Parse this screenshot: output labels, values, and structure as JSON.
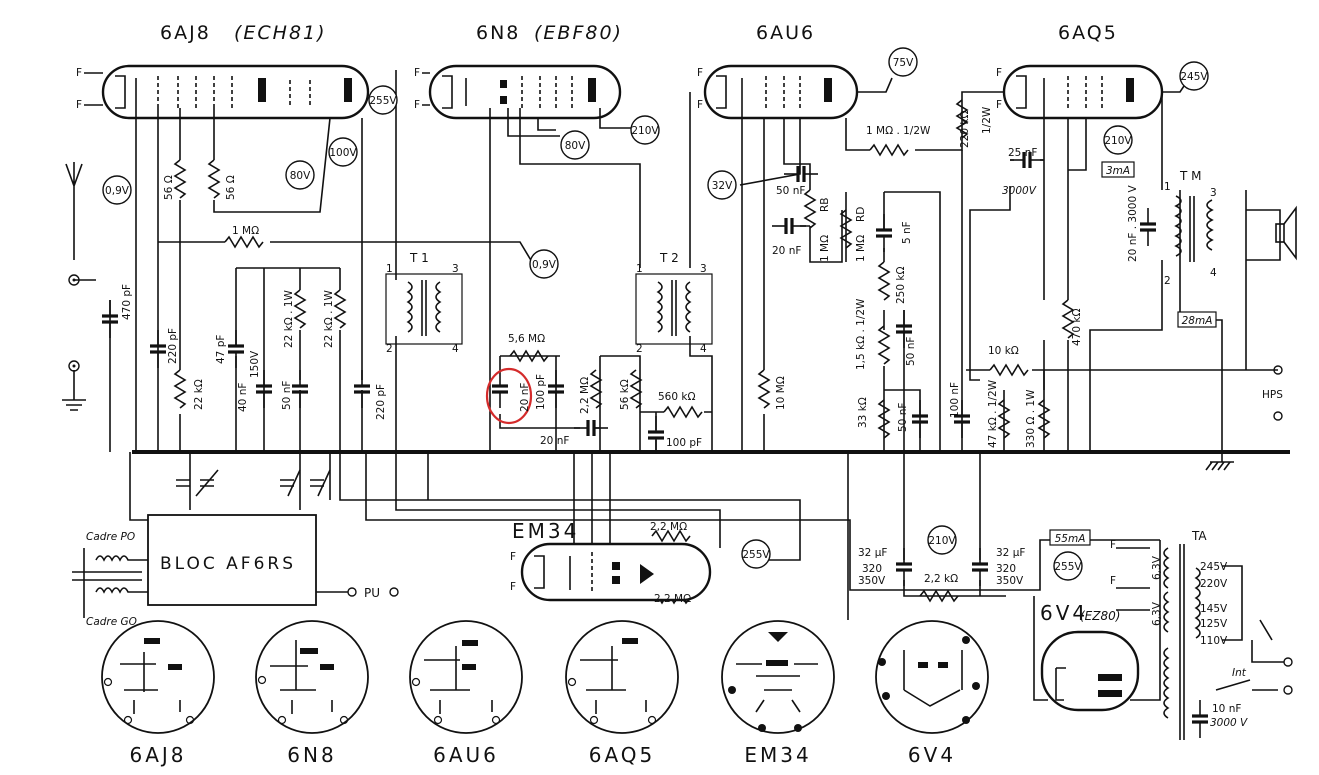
{
  "tubes": {
    "t1": {
      "name": "6AJ8",
      "alt": "(ECH81)"
    },
    "t2": {
      "name": "6N8",
      "alt": "(EBF80)"
    },
    "t3": {
      "name": "6AU6"
    },
    "t4": {
      "name": "6AQ5"
    },
    "em": {
      "name": "EM34"
    },
    "rect": {
      "name": "6V4",
      "alt": "(EZ80)"
    }
  },
  "voltages": {
    "v255a": "255V",
    "v100": "100V",
    "v80a": "80V",
    "v09a": "0,9V",
    "v80b": "80V",
    "v210a": "210V",
    "v09b": "0,9V",
    "v75": "75V",
    "v32": "32V",
    "v245": "245V",
    "v210b": "210V",
    "v255b": "255V",
    "v210c": "210V",
    "v255c": "255V"
  },
  "currents": {
    "c3": "3mA",
    "c28": "28mA",
    "c55": "55mA"
  },
  "components": {
    "r56a": "56 Ω",
    "r56b": "56 Ω",
    "r1m": "1 MΩ",
    "c470": "470 pF",
    "c220a": "220 pF",
    "r22a": "22 kΩ",
    "c47": "47 pF",
    "c40": "40 nF",
    "v150": "150V",
    "c50a": "50 nF",
    "r22b": "22 kΩ . 1W",
    "r22c": "22 kΩ . 1W",
    "c220b": "220 pF",
    "r56m": "5,6 MΩ",
    "c20a": "20 nF",
    "c100a": "100 pF",
    "r22m": "2,2 MΩ",
    "r56k": "56 kΩ",
    "r560": "560 kΩ",
    "c20b": "20 nF",
    "c100b": "100 pF",
    "r1m2": "1 MΩ . 1/2W",
    "r220": "220 kΩ",
    "w12": "1/2W",
    "c25": "25 nF",
    "v3000": "3000V",
    "c50b": "50 nF",
    "c20c": "20 nF",
    "rb": "RB",
    "rd": "RD",
    "r1mrb": "1 MΩ",
    "r1mrd": "1 MΩ",
    "c5": "5 nF",
    "r250": "250 kΩ",
    "r15": "1,5 kΩ . 1/2W",
    "c50c": "50 nF",
    "r10m": "10 MΩ",
    "r33": "33 kΩ",
    "c50d": "50 nF",
    "c100c": "100 nF",
    "r47": "47 kΩ . 1/2W",
    "r330": "330 Ω . 1W",
    "r10k": "10 kΩ",
    "r470": "470 kΩ",
    "c20d": "20 nF . 3000 V",
    "c32a": "32 μF",
    "c320a": "320",
    "c350a": "350V",
    "r22k": "2,2 kΩ",
    "c32b": "32 μF",
    "c320b": "320",
    "c350b": "350V",
    "r22me1": "2,2 MΩ",
    "r22me2": "2,2 MΩ",
    "c10": "10 nF",
    "v3000b": "3000 V"
  },
  "transformers": {
    "t1": "T 1",
    "t2": "T 2",
    "tm": "T M",
    "ta": "TA"
  },
  "tap_voltages": [
    "245V",
    "220V",
    "145V",
    "125V",
    "110V"
  ],
  "winding_labels": {
    "w1": "6,3V",
    "w2": "6,3V"
  },
  "pins": {
    "p1": "1",
    "p3": "3",
    "p2": "2",
    "p4": "4",
    "q1": "1",
    "q3": "3",
    "q2": "2",
    "q4": "4",
    "m1": "1",
    "m3": "3",
    "m2": "2",
    "m4": "4"
  },
  "labels": {
    "bloc": "BLOC  AF6RS",
    "cadre_po": "Cadre PO",
    "cadre_go": "Cadre GO",
    "pu": "PU",
    "hps": "HPS",
    "int": "Int",
    "f": "F"
  },
  "sockets": [
    "6AJ8",
    "6N8",
    "6AU6",
    "6AQ5",
    "EM34",
    "6V4"
  ]
}
